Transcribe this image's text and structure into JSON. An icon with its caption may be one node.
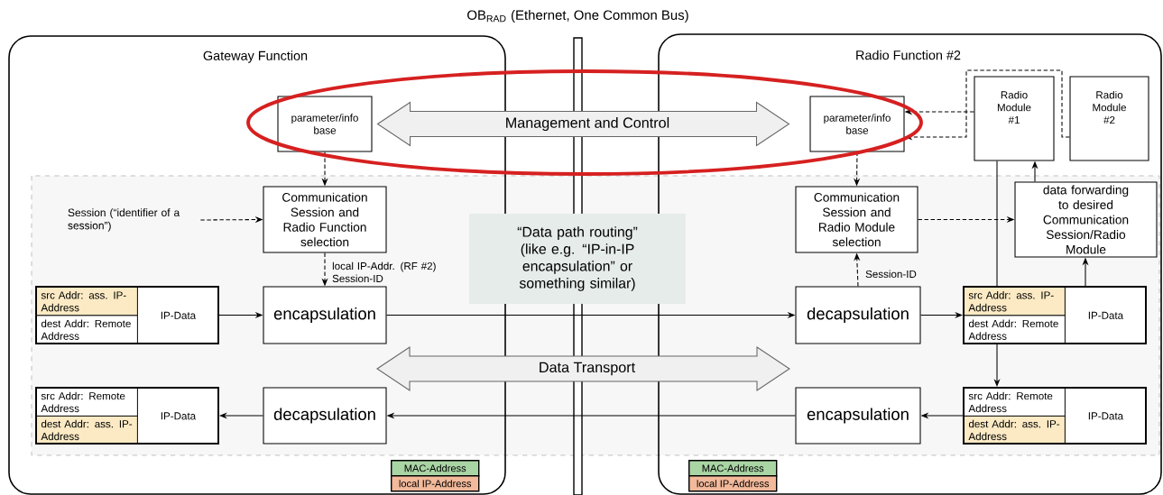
{
  "diagram": {
    "nodes": [
      {
        "text": [
          "OB$_{RAD}$ (Ethernet, One Common Bus)"
        ]
      },
      {
        "text": [
          "Gateway Function"
        ]
      },
      {
        "text": [
          "Radio Function #2"
        ]
      },
      {
        "text": [
          "parameter/info base"
        ],
        "in": 1
      },
      {
        "text": [
          "parameter/info base"
        ],
        "in": 2
      },
      {
        "text": [
          "Radio Module #1"
        ],
        "in": 2
      },
      {
        "text": [
          "Radio Module #2"
        ],
        "in": 2
      },
      {
        "text": [
          "Session (“identifier of a session”)"
        ],
        "in": 1
      },
      {
        "text": [
          "Communication Session and Radio Function selection"
        ],
        "in": 1
      },
      {
        "text": [
          "“Data path routing” (like e.g. “IP-in-IP encapsulation” or something similar)"
        ]
      },
      {
        "text": [
          "Communication Session and Radio Module selection"
        ],
        "in": 2
      },
      {
        "text": [
          "data forwarding to desired Communication Session/Radio Module"
        ],
        "in": 2
      },
      {
        "text": [
          "src Addr: ass. IP-Address",
          "dest Addr: Remote Address",
          "IP-Data"
        ],
        "in": 1
      },
      {
        "text": [
          "encapsulation"
        ],
        "in": 1
      },
      {
        "text": [
          "decapsulation"
        ],
        "in": 2
      },
      {
        "text": [
          "src Addr: ass. IP-Address",
          "dest Addr: Remote Address",
          "IP-Data"
        ],
        "in": 2
      },
      {
        "text": [
          "Data Transport"
        ]
      },
      {
        "text": [
          "src Addr: Remote Address",
          "dest Addr: ass. IP-Address",
          "IP-Data"
        ],
        "in": 1
      },
      {
        "text": [
          "decapsulation"
        ],
        "in": 1
      },
      {
        "text": [
          "encapsulation"
        ],
        "in": 2
      },
      {
        "text": [
          "src Addr: Remote Address",
          "dest Addr: ass. IP-Address",
          "IP-Data"
        ],
        "in": 2
      }
    ],
    "edges": [
      {
        "from": 3,
        "to": 8,
        "arrow": "to",
        "style": "dashed"
      },
      {
        "from": 7,
        "to": 8,
        "arrow": "to",
        "style": "dashed"
      },
      {
        "from": 8,
        "to": 13,
        "arrow": "to",
        "style": "dashed",
        "label": "local IP-Addr. (RF #2) Session-ID"
      },
      {
        "from": 12,
        "to": 13,
        "arrow": "to"
      },
      {
        "from": 13,
        "to": 14,
        "arrow": "to"
      },
      {
        "from": 3,
        "to": 4,
        "arrow": "both",
        "style": "thick",
        "label": "Management and Control"
      },
      {
        "from": 5,
        "to": 4,
        "arrow": "to",
        "style": "dashed"
      },
      {
        "from": 6,
        "to": 4,
        "arrow": "to",
        "style": "dashed"
      },
      {
        "from": 4,
        "to": 10,
        "arrow": "to",
        "style": "dashed"
      },
      {
        "from": 10,
        "to": 11,
        "arrow": "to",
        "style": "dashed"
      },
      {
        "from": 14,
        "to": 10,
        "arrow": "to",
        "style": "dashed",
        "label": "Session-ID"
      },
      {
        "from": 14,
        "to": 15,
        "arrow": "to"
      },
      {
        "from": 15,
        "to": 11,
        "arrow": "to"
      },
      {
        "from": 11,
        "to": 5,
        "arrow": "to"
      },
      {
        "from": 5,
        "to": 15,
        "arrow": "none"
      },
      {
        "from": 15,
        "to": 20,
        "arrow": "to"
      },
      {
        "from": 20,
        "to": 19,
        "arrow": "to"
      },
      {
        "from": 19,
        "to": 18,
        "arrow": "to"
      },
      {
        "from": 18,
        "to": 17,
        "arrow": "to"
      }
    ],
    "legend": [
      {
        "text": "MAC-Address",
        "color": "#a9d4a4"
      },
      {
        "text": "local IP-Address",
        "color": "#f2b99b"
      },
      {
        "text": "MAC-Address",
        "color": "#a9d4a4"
      },
      {
        "text": "local IP-Address",
        "color": "#f2b99b"
      }
    ]
  }
}
